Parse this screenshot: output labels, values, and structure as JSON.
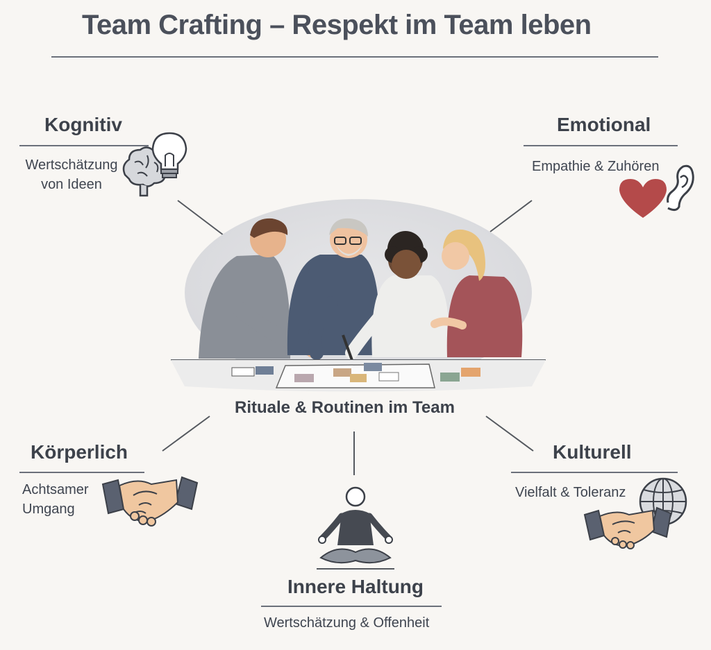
{
  "title": "Team Crafting – Respekt im Team leben",
  "center": {
    "label": "Rituale & Routinen im Team"
  },
  "nodes": {
    "kognitiv": {
      "heading": "Kognitiv",
      "line1": "Wertschätzung",
      "line2": "von Ideen",
      "icons": [
        "brain-icon",
        "lightbulb-icon"
      ]
    },
    "emotional": {
      "heading": "Emotional",
      "line1": "Empathie & Zuhören",
      "icons": [
        "heart-icon",
        "ear-icon"
      ]
    },
    "koerperlich": {
      "heading": "Körperlich",
      "line1": "Achtsamer",
      "line2": "Umgang",
      "icons": [
        "handshake-icon"
      ]
    },
    "kulturell": {
      "heading": "Kulturell",
      "line1": "Vielfalt & Toleranz",
      "icons": [
        "globe-icon",
        "handshake-icon"
      ]
    },
    "innere": {
      "heading": "Innere Haltung",
      "line1": "Wertschätzung & Offenheit",
      "icons": [
        "meditation-person-icon"
      ]
    }
  },
  "colors": {
    "heart": "#b44a4a",
    "accent_gray": "#5a6170",
    "skin": "#f0c7a0"
  }
}
